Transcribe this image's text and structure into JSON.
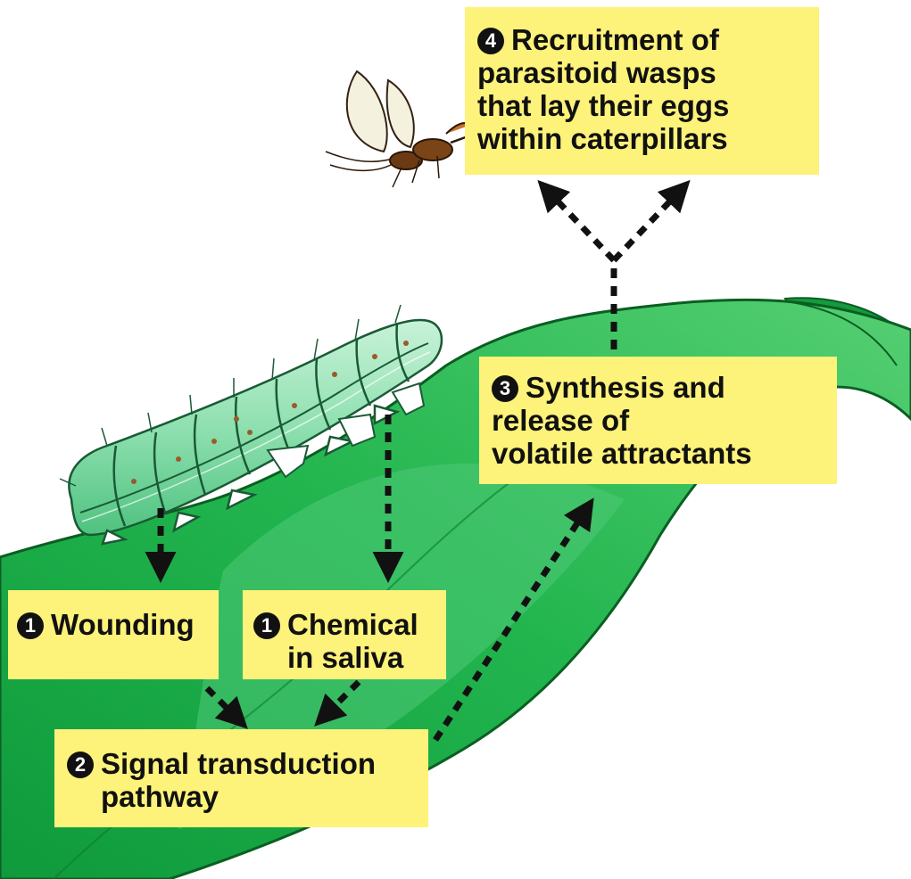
{
  "labels": {
    "wounding": {
      "number": "1",
      "lines": [
        "Wounding"
      ]
    },
    "chemical": {
      "number": "1",
      "lines": [
        "Chemical",
        "in saliva"
      ]
    },
    "signal": {
      "number": "2",
      "lines": [
        "Signal transduction",
        "pathway"
      ]
    },
    "synthesis": {
      "number": "3",
      "lines": [
        "Synthesis and",
        "release of",
        "volatile attractants"
      ]
    },
    "recruitment": {
      "number": "4",
      "lines": [
        "Recruitment of",
        "parasitoid wasps",
        "that lay their eggs",
        "within caterpillars"
      ]
    }
  },
  "colors": {
    "label_background": "#fdf27a",
    "leaf": "#1fb24c",
    "leaf_light": "#7fd99a",
    "caterpillar": "#8fe0b0",
    "arrow": "#111111"
  }
}
